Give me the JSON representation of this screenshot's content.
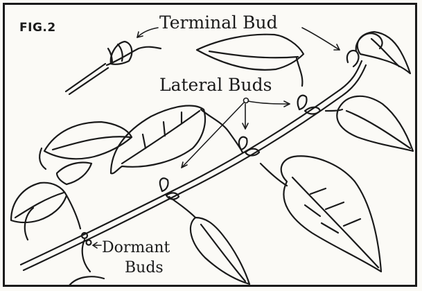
{
  "figure": {
    "label": "FIG.2"
  },
  "labels": {
    "terminal_bud": "Terminal Bud",
    "lateral_buds": "Lateral Buds",
    "dormant_line1": "Dormant",
    "dormant_line2": "Buds"
  },
  "colors": {
    "ink": "#1a1a1a",
    "paper": "#fbfaf6"
  }
}
